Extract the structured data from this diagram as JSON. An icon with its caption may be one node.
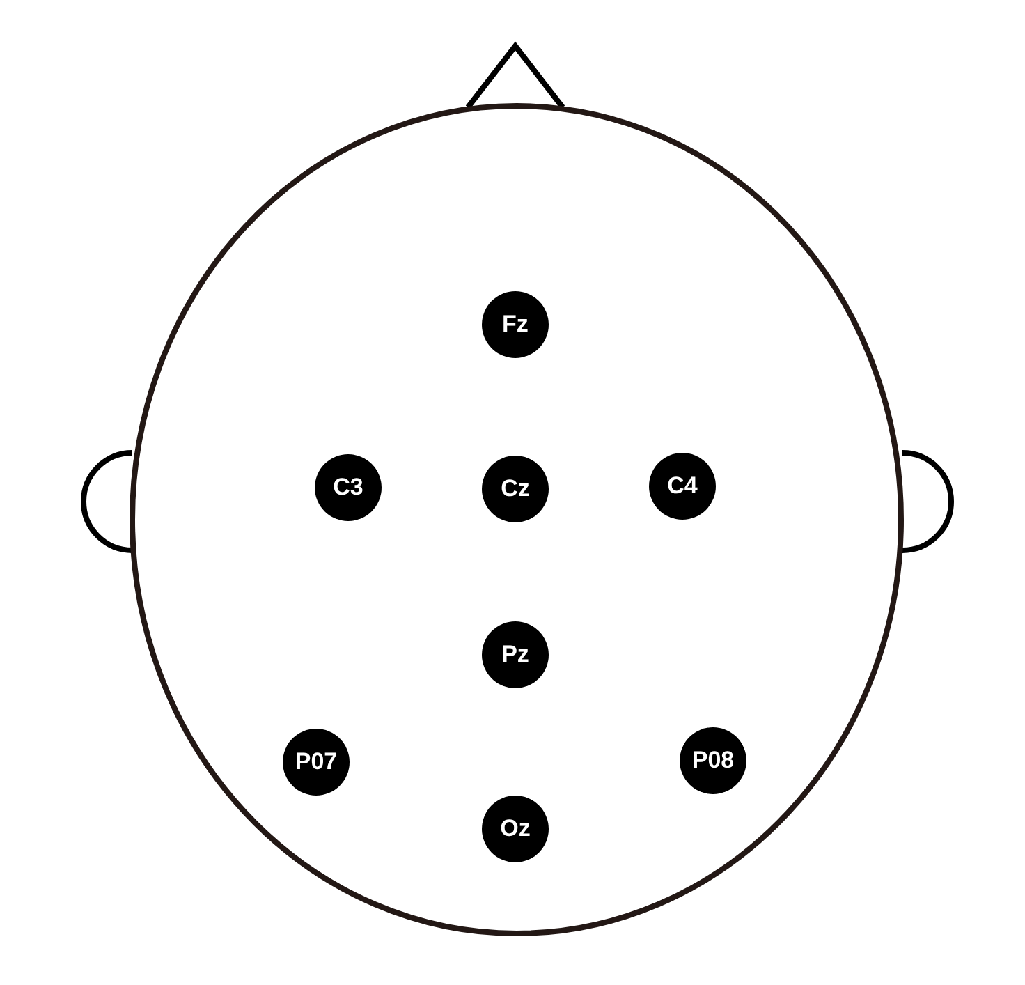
{
  "diagram": {
    "nodes": [
      {
        "text": [
          "Fz"
        ]
      },
      {
        "text": [
          "C3"
        ]
      },
      {
        "text": [
          "Cz"
        ]
      },
      {
        "text": [
          "C4"
        ]
      },
      {
        "text": [
          "Pz"
        ]
      },
      {
        "text": [
          "P07"
        ]
      },
      {
        "text": [
          "P08"
        ]
      },
      {
        "text": [
          "Oz"
        ]
      }
    ]
  }
}
